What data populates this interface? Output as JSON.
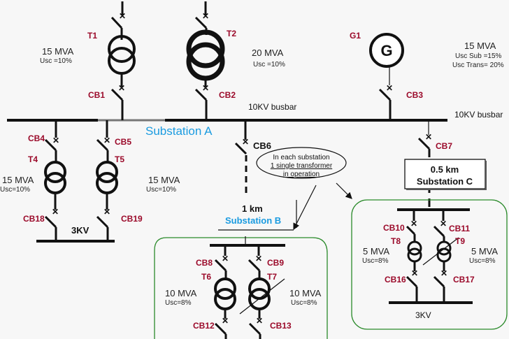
{
  "busbar": {
    "label_main": "10KV busbar",
    "label_right": "10KV busbar",
    "substation_a": "Substation A"
  },
  "sources": {
    "T1": {
      "name": "T1",
      "rating": "15 MVA",
      "usc": "Usc =10%",
      "breaker": "CB1"
    },
    "T2": {
      "name": "T2",
      "rating": "20 MVA",
      "usc": "Usc =10%",
      "breaker": "CB2"
    },
    "G1": {
      "name": "G1",
      "symbol": "G",
      "breaker": "CB3",
      "rating": "15 MVA",
      "usc_sub": "Usc Sub =15%",
      "usc_trans": "Usc Trans= 20%"
    }
  },
  "substation_a": {
    "T4": {
      "name": "T4",
      "rating": "15 MVA",
      "usc": "Usc=10%",
      "cb_top": "CB4",
      "cb_bottom": "CB18"
    },
    "T5": {
      "name": "T5",
      "rating": "15 MVA",
      "usc": "Usc=10%",
      "cb_top": "CB5",
      "cb_bottom": "CB19"
    },
    "bus_label": "3KV"
  },
  "feeder_b": {
    "breaker": "CB6",
    "distance": "1 km",
    "name": "Substation B",
    "T6": {
      "name": "T6",
      "rating": "10 MVA",
      "usc": "Usc=8%",
      "cb_top": "CB8",
      "cb_bottom": "CB12"
    },
    "T7": {
      "name": "T7",
      "rating": "10 MVA",
      "usc": "Usc=8%",
      "cb_top": "CB9",
      "cb_bottom": "CB13"
    }
  },
  "feeder_c": {
    "breaker": "CB7",
    "distance": "0.5 km",
    "name": "Substation C",
    "T8": {
      "name": "T8",
      "rating": "5 MVA",
      "usc": "Usc=8%",
      "cb_top": "CB10",
      "cb_bottom": "CB16"
    },
    "T9": {
      "name": "T9",
      "rating": "5 MVA",
      "usc": "Usc=8%",
      "cb_top": "CB11",
      "cb_bottom": "CB17"
    },
    "bus_label": "3KV"
  },
  "note": {
    "line1": "In each substation",
    "line2": "1 single transformer",
    "line3": "in  operation"
  },
  "colors": {
    "device_label": "#9b0a2a",
    "substation_label": "#1a9be0",
    "region_outline": "#2a8a2a"
  }
}
